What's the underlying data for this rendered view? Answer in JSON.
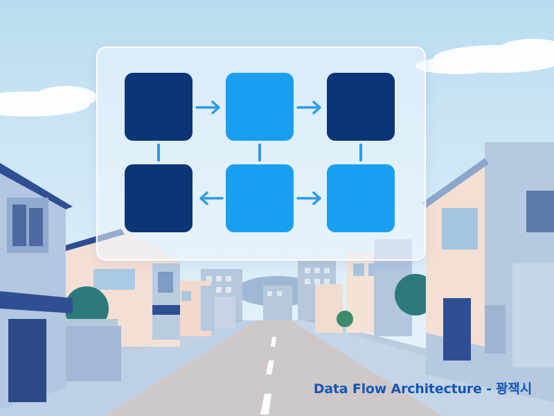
{
  "caption": "Data Flow Architecture - 꽝잭시",
  "colors": {
    "node_dark": "#0b3576",
    "node_light": "#1a9ff0",
    "arrow": "#2a9bea",
    "sky_top": "#b9dcf0",
    "sky_bottom": "#eaf5fb",
    "caption": "#1456b4"
  },
  "diagram": {
    "nodes": [
      {
        "id": "n1",
        "tone": "dark"
      },
      {
        "id": "n2",
        "tone": "light"
      },
      {
        "id": "n3",
        "tone": "dark"
      },
      {
        "id": "n4",
        "tone": "dark"
      },
      {
        "id": "n5",
        "tone": "light"
      },
      {
        "id": "n6",
        "tone": "light"
      }
    ],
    "edges": [
      {
        "from": "n1",
        "to": "n2",
        "kind": "arrow"
      },
      {
        "from": "n2",
        "to": "n3",
        "kind": "arrow"
      },
      {
        "from": "n5",
        "to": "n4",
        "kind": "arrow"
      },
      {
        "from": "n5",
        "to": "n6",
        "kind": "arrow"
      },
      {
        "from": "n1",
        "to": "n4",
        "kind": "line"
      },
      {
        "from": "n2",
        "to": "n5",
        "kind": "line"
      },
      {
        "from": "n3",
        "to": "n6",
        "kind": "line"
      }
    ]
  }
}
